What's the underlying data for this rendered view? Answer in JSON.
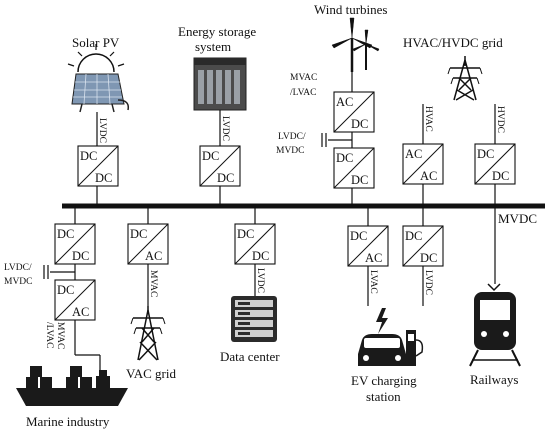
{
  "sources": {
    "solar": {
      "label": "Solar PV",
      "icon": "solar-panel-icon"
    },
    "storage": {
      "label_line1": "Energy storage",
      "label_line2": "system",
      "icon": "battery-rack-icon"
    },
    "wind": {
      "label": "Wind turbines",
      "icon": "wind-turbine-icon"
    },
    "grid": {
      "label": "HVAC/HVDC grid",
      "icon": "transmission-tower-icon"
    }
  },
  "loads": {
    "marine": {
      "label": "Marine industry",
      "icon": "cargo-ship-icon"
    },
    "vac_grid": {
      "label": "VAC grid",
      "icon": "transmission-tower-icon"
    },
    "datacenter": {
      "label": "Data center",
      "icon": "server-rack-icon"
    },
    "ev_line1": "EV charging",
    "ev_line2": "station",
    "ev_icon": "ev-charger-icon",
    "railways": {
      "label": "Railways",
      "icon": "train-icon"
    }
  },
  "bus_label": "MVDC",
  "voltage_labels": {
    "lvdc": "LVDC",
    "mvac": "MVAC",
    "lvac": "LVAC",
    "hvac": "HVAC",
    "hvdc": "HVDC",
    "mvac_lvac_line1": "MVAC",
    "mvac_lvac_line2": "/LVAC",
    "lvdc_mvdc_line1": "LVDC/",
    "lvdc_mvdc_line2": "MVDC"
  },
  "converters": {
    "dc": "DC",
    "ac": "AC"
  }
}
